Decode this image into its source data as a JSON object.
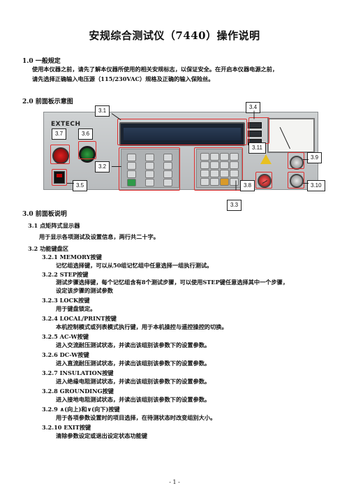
{
  "title": "安规综合测试仪（7440）操作说明",
  "section1": {
    "heading": "1.0 一般规定",
    "lines": [
      "使用本仪器之前，请先了解本仪器所使用的相关安规标志，以保证安全。在开启本仪器电源之前，",
      "请先选择正确输入电压源（115/230VAC）规格及正确的输入保险丝。"
    ]
  },
  "section2": {
    "heading": "2.0 前面板示意图",
    "panel_logo": "EXTECH",
    "callouts": [
      "3.1",
      "3.2",
      "3.3",
      "3.4",
      "3.5",
      "3.6",
      "3.7",
      "3.8",
      "3.9",
      "3.10",
      "3.11"
    ]
  },
  "section3": {
    "heading": "3.0  前面板说明",
    "sub1": {
      "head": "3.1  点矩阵式显示器",
      "body": "用于显示各项测试及设置信息，两行共二十字。"
    },
    "sub2": {
      "head": "3.2  功能键盘区"
    },
    "items": [
      {
        "head": "3.2.1 MEMORY按键",
        "body": [
          "记忆组选择键，可以从50组记忆组中任意选择一组执行测试。"
        ]
      },
      {
        "head": "3.2.2 STEP按键",
        "body": [
          "测试步骤选择键，每个记忆组含有8个测试步骤，可以使用STEP键任意选择其中一个步骤，",
          "设定该步骤的测试参数"
        ]
      },
      {
        "head": "3.2.3 LOCK按键",
        "body": [
          "用于键盘锁定。"
        ]
      },
      {
        "head": "3.2.4 LOCAL/PRINT按键",
        "body": [
          "本机控制模式或列表模式执行键，用于本机操控与遥控操控的切换。"
        ]
      },
      {
        "head": "3.2.5 AC-W按键",
        "body": [
          "进入交流耐压测试状态，并读出该组别该参数下的设置参数。"
        ]
      },
      {
        "head": "3.2.6 DC-W按键",
        "body": [
          "进入直流耐压测试状态，并读出该组别该参数下的设置参数。"
        ]
      },
      {
        "head": "3.2.7 INSULATION按键",
        "body": [
          "进入绝缘电阻测试状态，并读出该组别该参数下的设置参数。"
        ]
      },
      {
        "head": "3.2.8 GROUNDING按键",
        "body": [
          "进入接地电阻测试状态，并读出该组别该参数下的设置参数。"
        ]
      },
      {
        "head": "3.2.9  ∧(向上)和∨(向下)按键",
        "body": [
          "用于各项参数设置时的项目选择，在待测状态时改变组别大小。"
        ]
      },
      {
        "head": "3.2.10 EXIT按键",
        "body": [
          "清除参数设定或退出设定状态功能键"
        ]
      }
    ]
  },
  "footer": "- 1 -"
}
